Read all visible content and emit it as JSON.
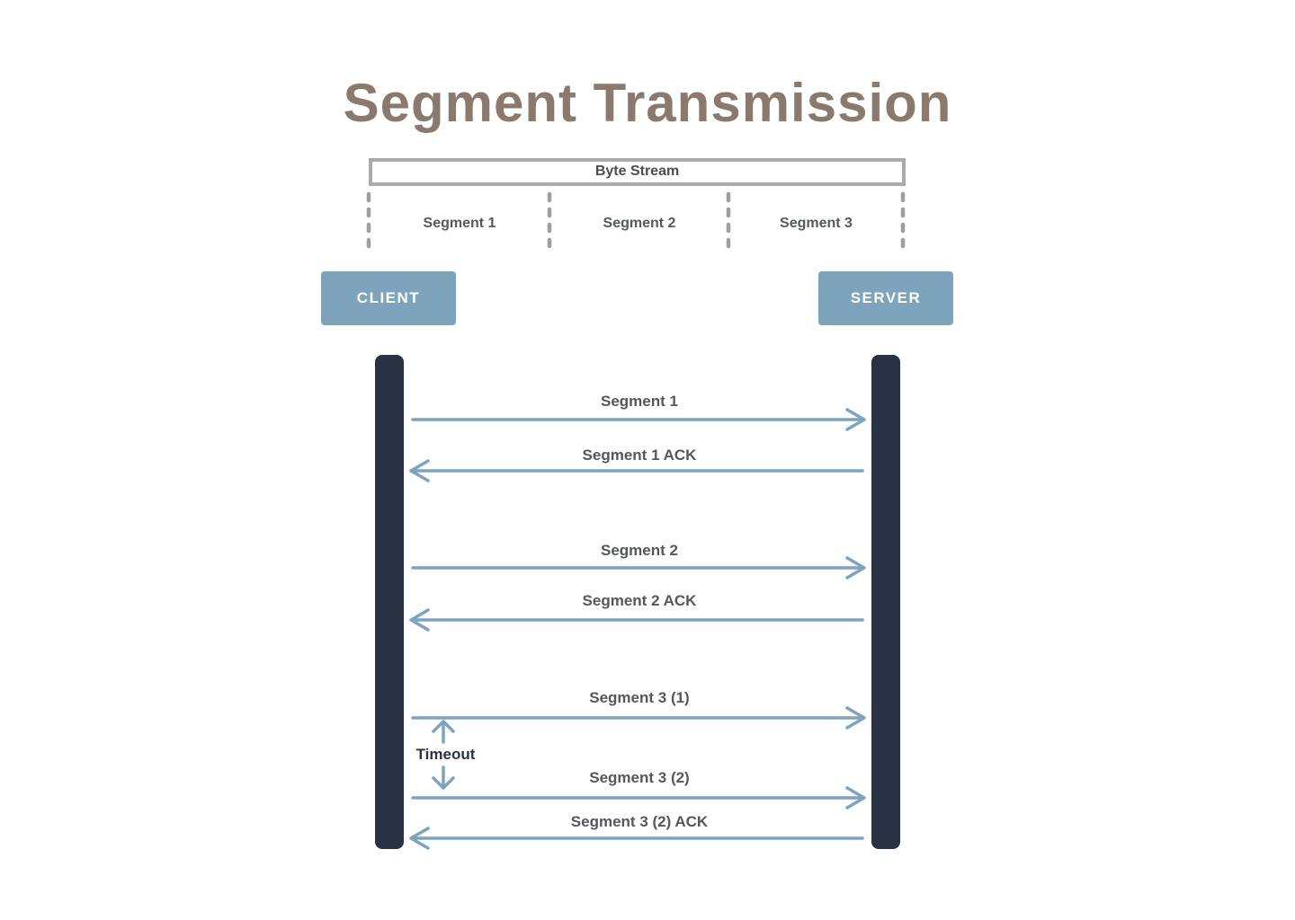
{
  "title": "Segment Transmission",
  "colors": {
    "title_brown": "#8a7a6e",
    "accent_blue": "#7ea3bd",
    "lifeline_navy": "#293245",
    "label_gray": "#54575b",
    "border_gray": "#ababab",
    "dash_gray": "#9e9e9e"
  },
  "byte_stream": {
    "label": "Byte Stream",
    "segments": [
      "Segment 1",
      "Segment 2",
      "Segment 3"
    ]
  },
  "actors": {
    "client": "CLIENT",
    "server": "SERVER"
  },
  "sequence": {
    "messages": [
      {
        "label": "Segment 1",
        "direction": "right"
      },
      {
        "label": "Segment 1 ACK",
        "direction": "left"
      },
      {
        "label": "Segment 2",
        "direction": "right"
      },
      {
        "label": "Segment 2 ACK",
        "direction": "left"
      },
      {
        "label": "Segment 3 (1)",
        "direction": "right"
      },
      {
        "label": "Segment 3 (2)",
        "direction": "right"
      },
      {
        "label": "Segment 3 (2) ACK",
        "direction": "left"
      }
    ],
    "timeout_label": "Timeout"
  }
}
